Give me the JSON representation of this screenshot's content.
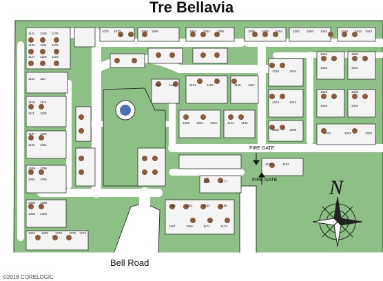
{
  "map": {
    "title": "Tre Bellavia",
    "road_label": "Bell Road",
    "gate_labels": [
      "FIRE GATE",
      "FIRE GATE"
    ],
    "compass_letter": "N",
    "copyright": "©2018 CORELOGIC",
    "colors": {
      "green": "#8cc084",
      "road": "#ffffff",
      "building": "#f4f4f4",
      "outline": "#333333",
      "marker": "#8a5a3c",
      "water": "#4a6fb5"
    },
    "units_sample": [
      "1141",
      "1139",
      "1135",
      "1133",
      "1131",
      "1129",
      "1127",
      "1125",
      "1123",
      "1121",
      "1117",
      "1115",
      "1113",
      "1111",
      "1109",
      "1107",
      "1105",
      "1103",
      "1101",
      "1099",
      "1096",
      "1094",
      "1092",
      "1090",
      "1088",
      "1086",
      "1084",
      "1082",
      "1080",
      "1078",
      "1076",
      "1074",
      "1072",
      "1070",
      "1068",
      "1066",
      "1064",
      "1062",
      "1060",
      "1058",
      "1056",
      "1054",
      "1052",
      "1050",
      "1048",
      "1046",
      "1044",
      "1042",
      "1040",
      "1038",
      "1036",
      "1034",
      "1032",
      "1030",
      "1028",
      "1026",
      "1024",
      "1022",
      "1020",
      "1018",
      "1016",
      "1014",
      "1012",
      "1010",
      "1008",
      "1006",
      "1004",
      "1002",
      "1143",
      "1145",
      "1147",
      "1149",
      "1151",
      "1153",
      "1155",
      "1157",
      "1159",
      "1161",
      "1163",
      "1165",
      "1167",
      "1169",
      "1171",
      "1173",
      "1175",
      "1177",
      "1179",
      "1181",
      "1183",
      "1185",
      "1187",
      "1189"
    ]
  }
}
